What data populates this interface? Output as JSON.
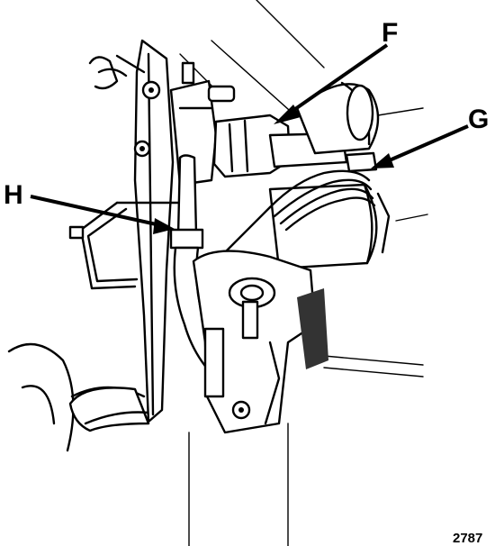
{
  "callouts": {
    "f": "F",
    "g": "G",
    "h": "H"
  },
  "figure_number": "2787",
  "colors": {
    "ink": "#000000",
    "paper": "#ffffff"
  }
}
